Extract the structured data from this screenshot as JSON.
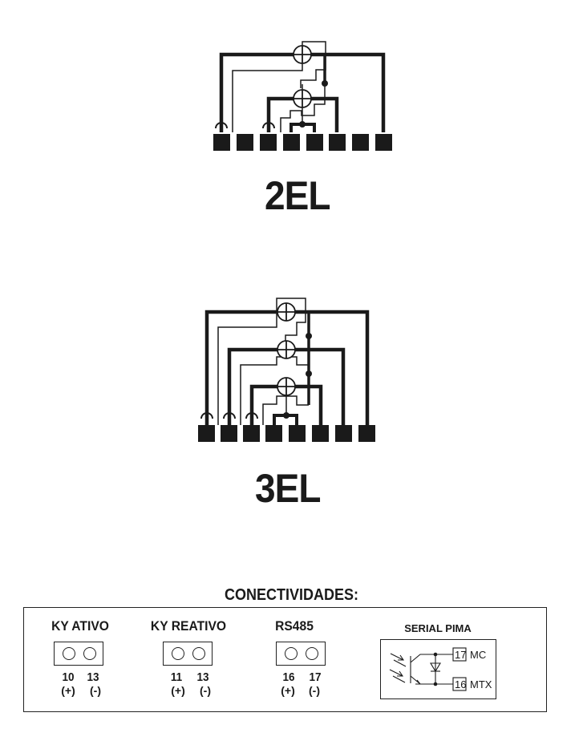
{
  "diagrams": [
    {
      "label": "2EL"
    },
    {
      "label": "3EL"
    }
  ],
  "connectivity": {
    "title": "CONECTIVIDADES:",
    "ky_ativo": {
      "label": "KY ATIVO",
      "terminals": [
        {
          "num": "10",
          "pol": "(+)"
        },
        {
          "num": "13",
          "pol": "(-)"
        }
      ]
    },
    "ky_reativo": {
      "label": "KY REATIVO",
      "terminals": [
        {
          "num": "11",
          "pol": "(+)"
        },
        {
          "num": "13",
          "pol": "(-)"
        }
      ]
    },
    "rs485": {
      "label": "RS485",
      "terminals": [
        {
          "num": "16",
          "pol": "(+)"
        },
        {
          "num": "17",
          "pol": "(-)"
        }
      ]
    },
    "serial_pima": {
      "label": "SERIAL PIMA",
      "pins": [
        {
          "num": "17",
          "name": "MC"
        },
        {
          "num": "16",
          "name": "MTX"
        }
      ]
    }
  }
}
